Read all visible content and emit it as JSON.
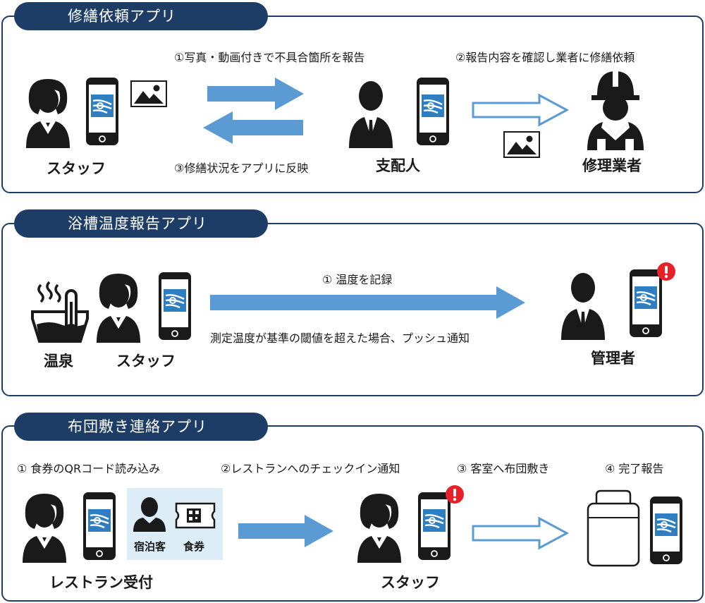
{
  "sections": [
    {
      "title": "修繕依頼アプリ",
      "steps": [
        "①写真・動画付きで不具合箇所を報告",
        "②報告内容を確認し業者に修繕依頼",
        "③修繕状況をアプリに反映"
      ],
      "actors": [
        "スタッフ",
        "支配人",
        "修理業者"
      ]
    },
    {
      "title": "浴槽温度報告アプリ",
      "steps": [
        "① 温度を記録",
        "測定温度が基準の閾値を超えた場合、プッシュ通知"
      ],
      "actors": [
        "温泉",
        "スタッフ",
        "管理者"
      ]
    },
    {
      "title": "布団敷き連絡アプリ",
      "steps": [
        "① 食券のQRコード読み込み",
        "②レストランへのチェックイン通知",
        "③ 客室へ布団敷き",
        "④ 完了報告"
      ],
      "actors": [
        "レストラン受付",
        "スタッフ"
      ],
      "inset_labels": [
        "宿泊客",
        "食券"
      ]
    }
  ],
  "colors": {
    "navy": "#1e3d66",
    "arrow_blue": "#5a9bd4",
    "app_blue": "#2e7ec1",
    "inset_bg": "#dcedf8",
    "alert_red": "#e8202a"
  },
  "icons": [
    "person-female-icon",
    "person-male-icon",
    "worker-helmet-icon",
    "smartphone-app-icon",
    "image-icon",
    "hot-spring-thermometer-icon",
    "qr-ticket-icon",
    "futon-icon",
    "alert-badge-icon"
  ]
}
